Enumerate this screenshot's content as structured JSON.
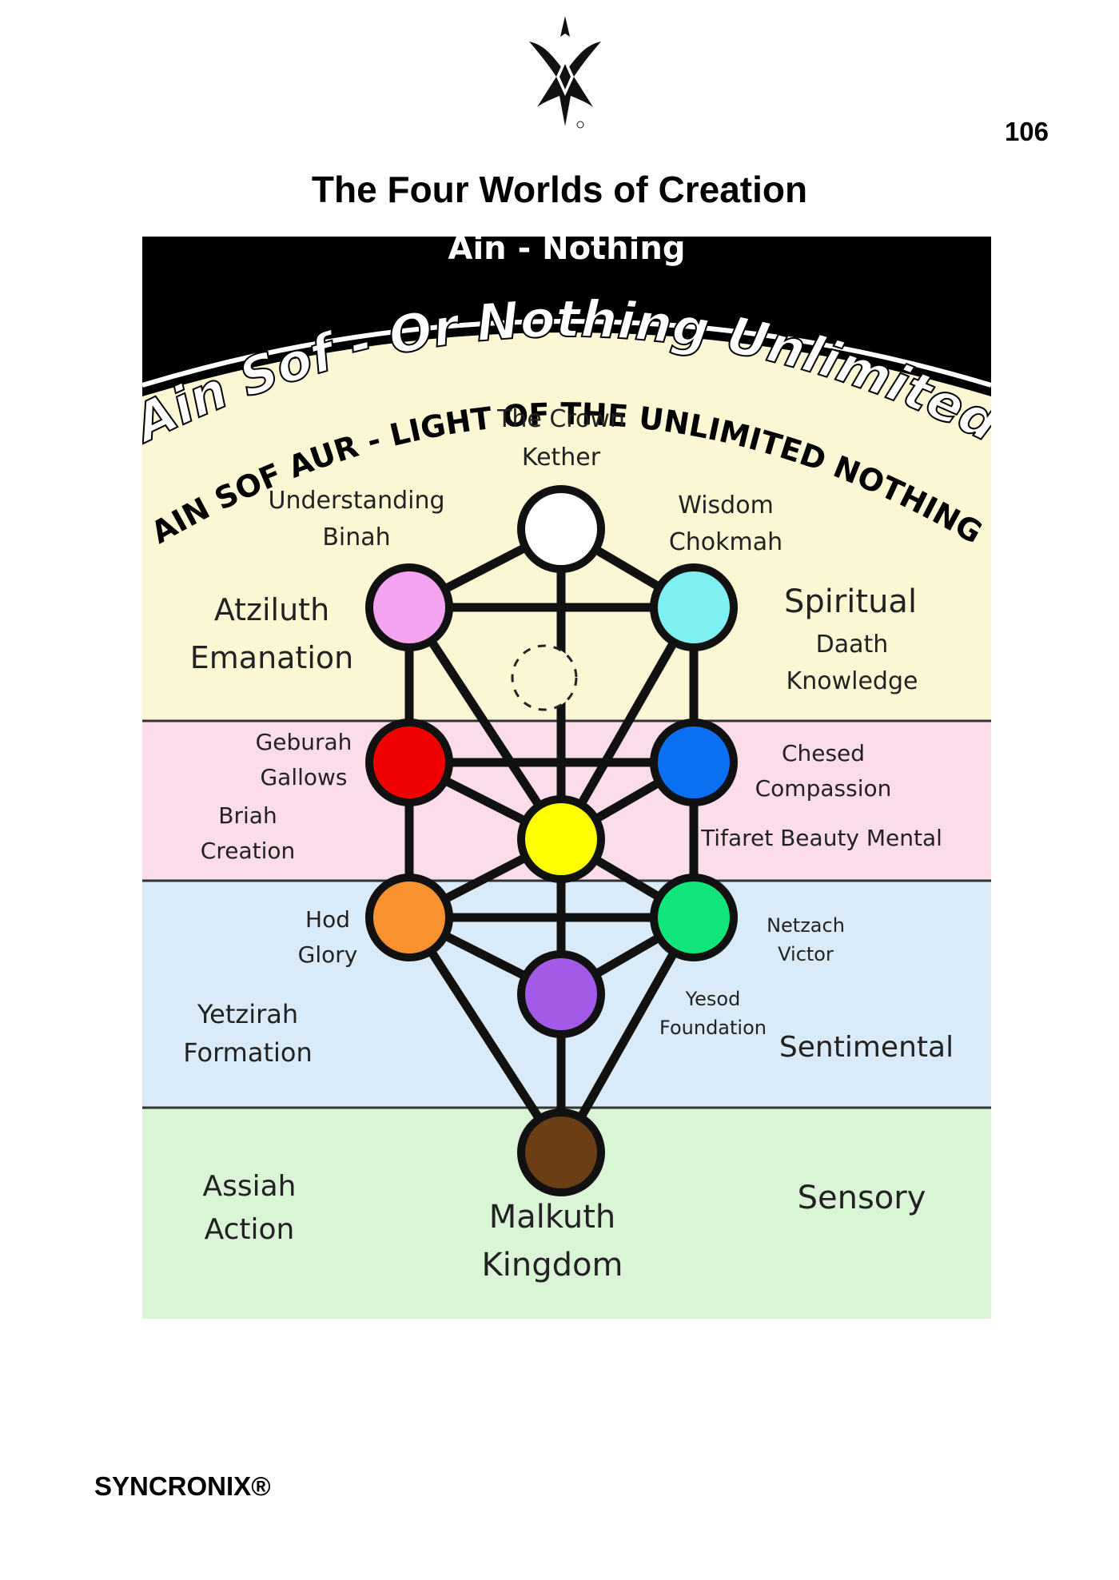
{
  "page": {
    "number": "106",
    "title": "The Four Worlds of Creation",
    "footer": "SYNCRONIX®"
  },
  "diagram": {
    "top_label": "Ain - Nothing",
    "arc_label_1": "Ain Sof - Or Nothing Unlimited",
    "arc_label_2": "AIN SOF AUR - LIGHT OF THE UNLIMITED NOTHING",
    "worlds": [
      {
        "name": "Atziluth",
        "sub": "Emanation",
        "right": "Spiritual",
        "color": "#fbf7d4"
      },
      {
        "name": "Briah",
        "sub": "Creation",
        "right": "Tifaret Beauty Mental",
        "color": "#fbdcea"
      },
      {
        "name": "Yetzirah",
        "sub": "Formation",
        "right": "Sentimental",
        "color": "#d9ebf8"
      },
      {
        "name": "Assiah",
        "sub": "Action",
        "right": "Sensory",
        "color": "#d9f5d6"
      }
    ],
    "sephiroth": {
      "kether": {
        "line1": "The Crown",
        "line2": "Kether",
        "color": "#ffffff"
      },
      "binah": {
        "line1": "Understanding",
        "line2": "Binah",
        "color": "#f4a3f0"
      },
      "chokmah": {
        "line1": "Wisdom",
        "line2": "Chokmah",
        "color": "#7ff0f2"
      },
      "daath": {
        "line1": "Daath",
        "line2": "Knowledge"
      },
      "geburah": {
        "line1": "Geburah",
        "line2": "Gallows",
        "color": "#f10000"
      },
      "chesed": {
        "line1": "Chesed",
        "line2": "Compassion",
        "color": "#0a6ff0"
      },
      "tifaret": {
        "color": "#ffff00"
      },
      "hod": {
        "line1": "Hod",
        "line2": "Glory",
        "color": "#f8922e"
      },
      "netzach": {
        "line1": "Netzach",
        "line2": "Victor",
        "color": "#0fe57a"
      },
      "yesod": {
        "line1": "Yesod",
        "line2": "Foundation",
        "color": "#a35ae6"
      },
      "malkuth": {
        "line1": "Malkuth",
        "line2": "Kingdom",
        "color": "#6b3e15"
      }
    }
  }
}
